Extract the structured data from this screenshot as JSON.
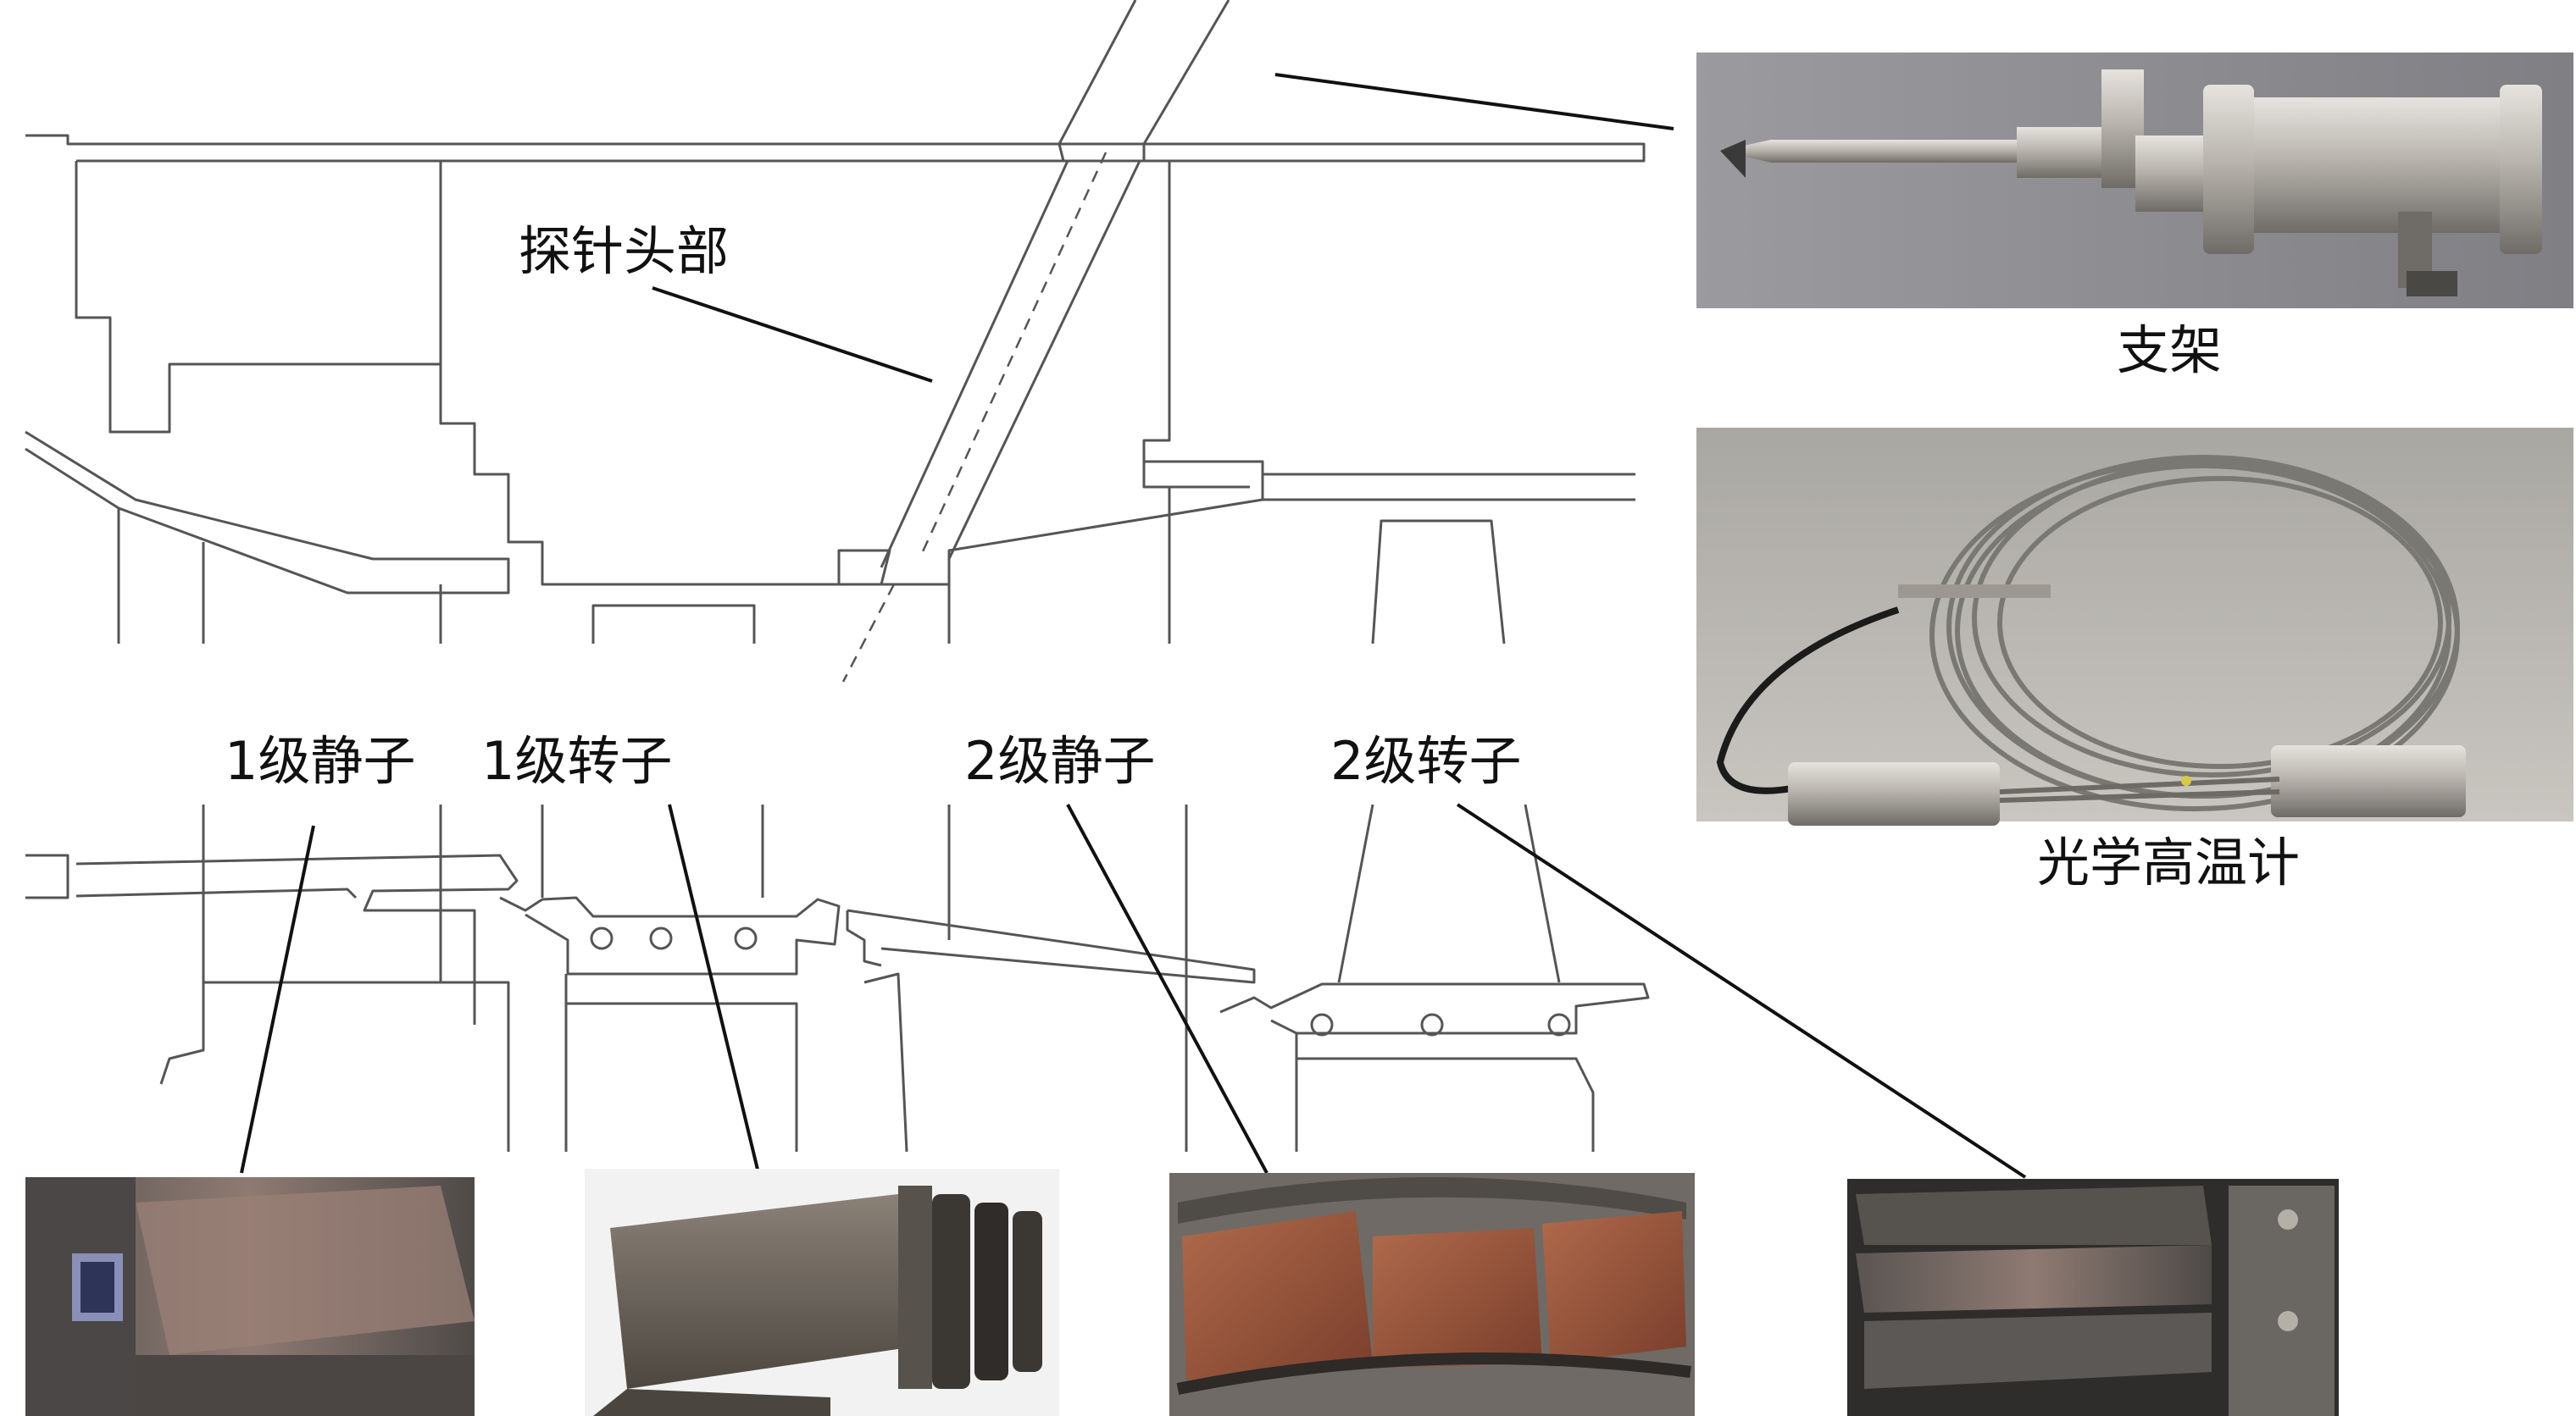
{
  "labels": {
    "probe_head": "探针头部",
    "bracket": "支架",
    "pyrometer": "光学高温计",
    "stage1_stator": "1级静子",
    "stage1_rotor": "1级转子",
    "stage2_stator": "2级静子",
    "stage2_rotor": "2级转子"
  },
  "colors": {
    "line": "#555555",
    "leader": "#111111",
    "photo_bg": "#8e8e92",
    "metal": "#b8b4ae",
    "blade_red": "#9a5a42",
    "dark_blade": "#3f3d3a"
  }
}
